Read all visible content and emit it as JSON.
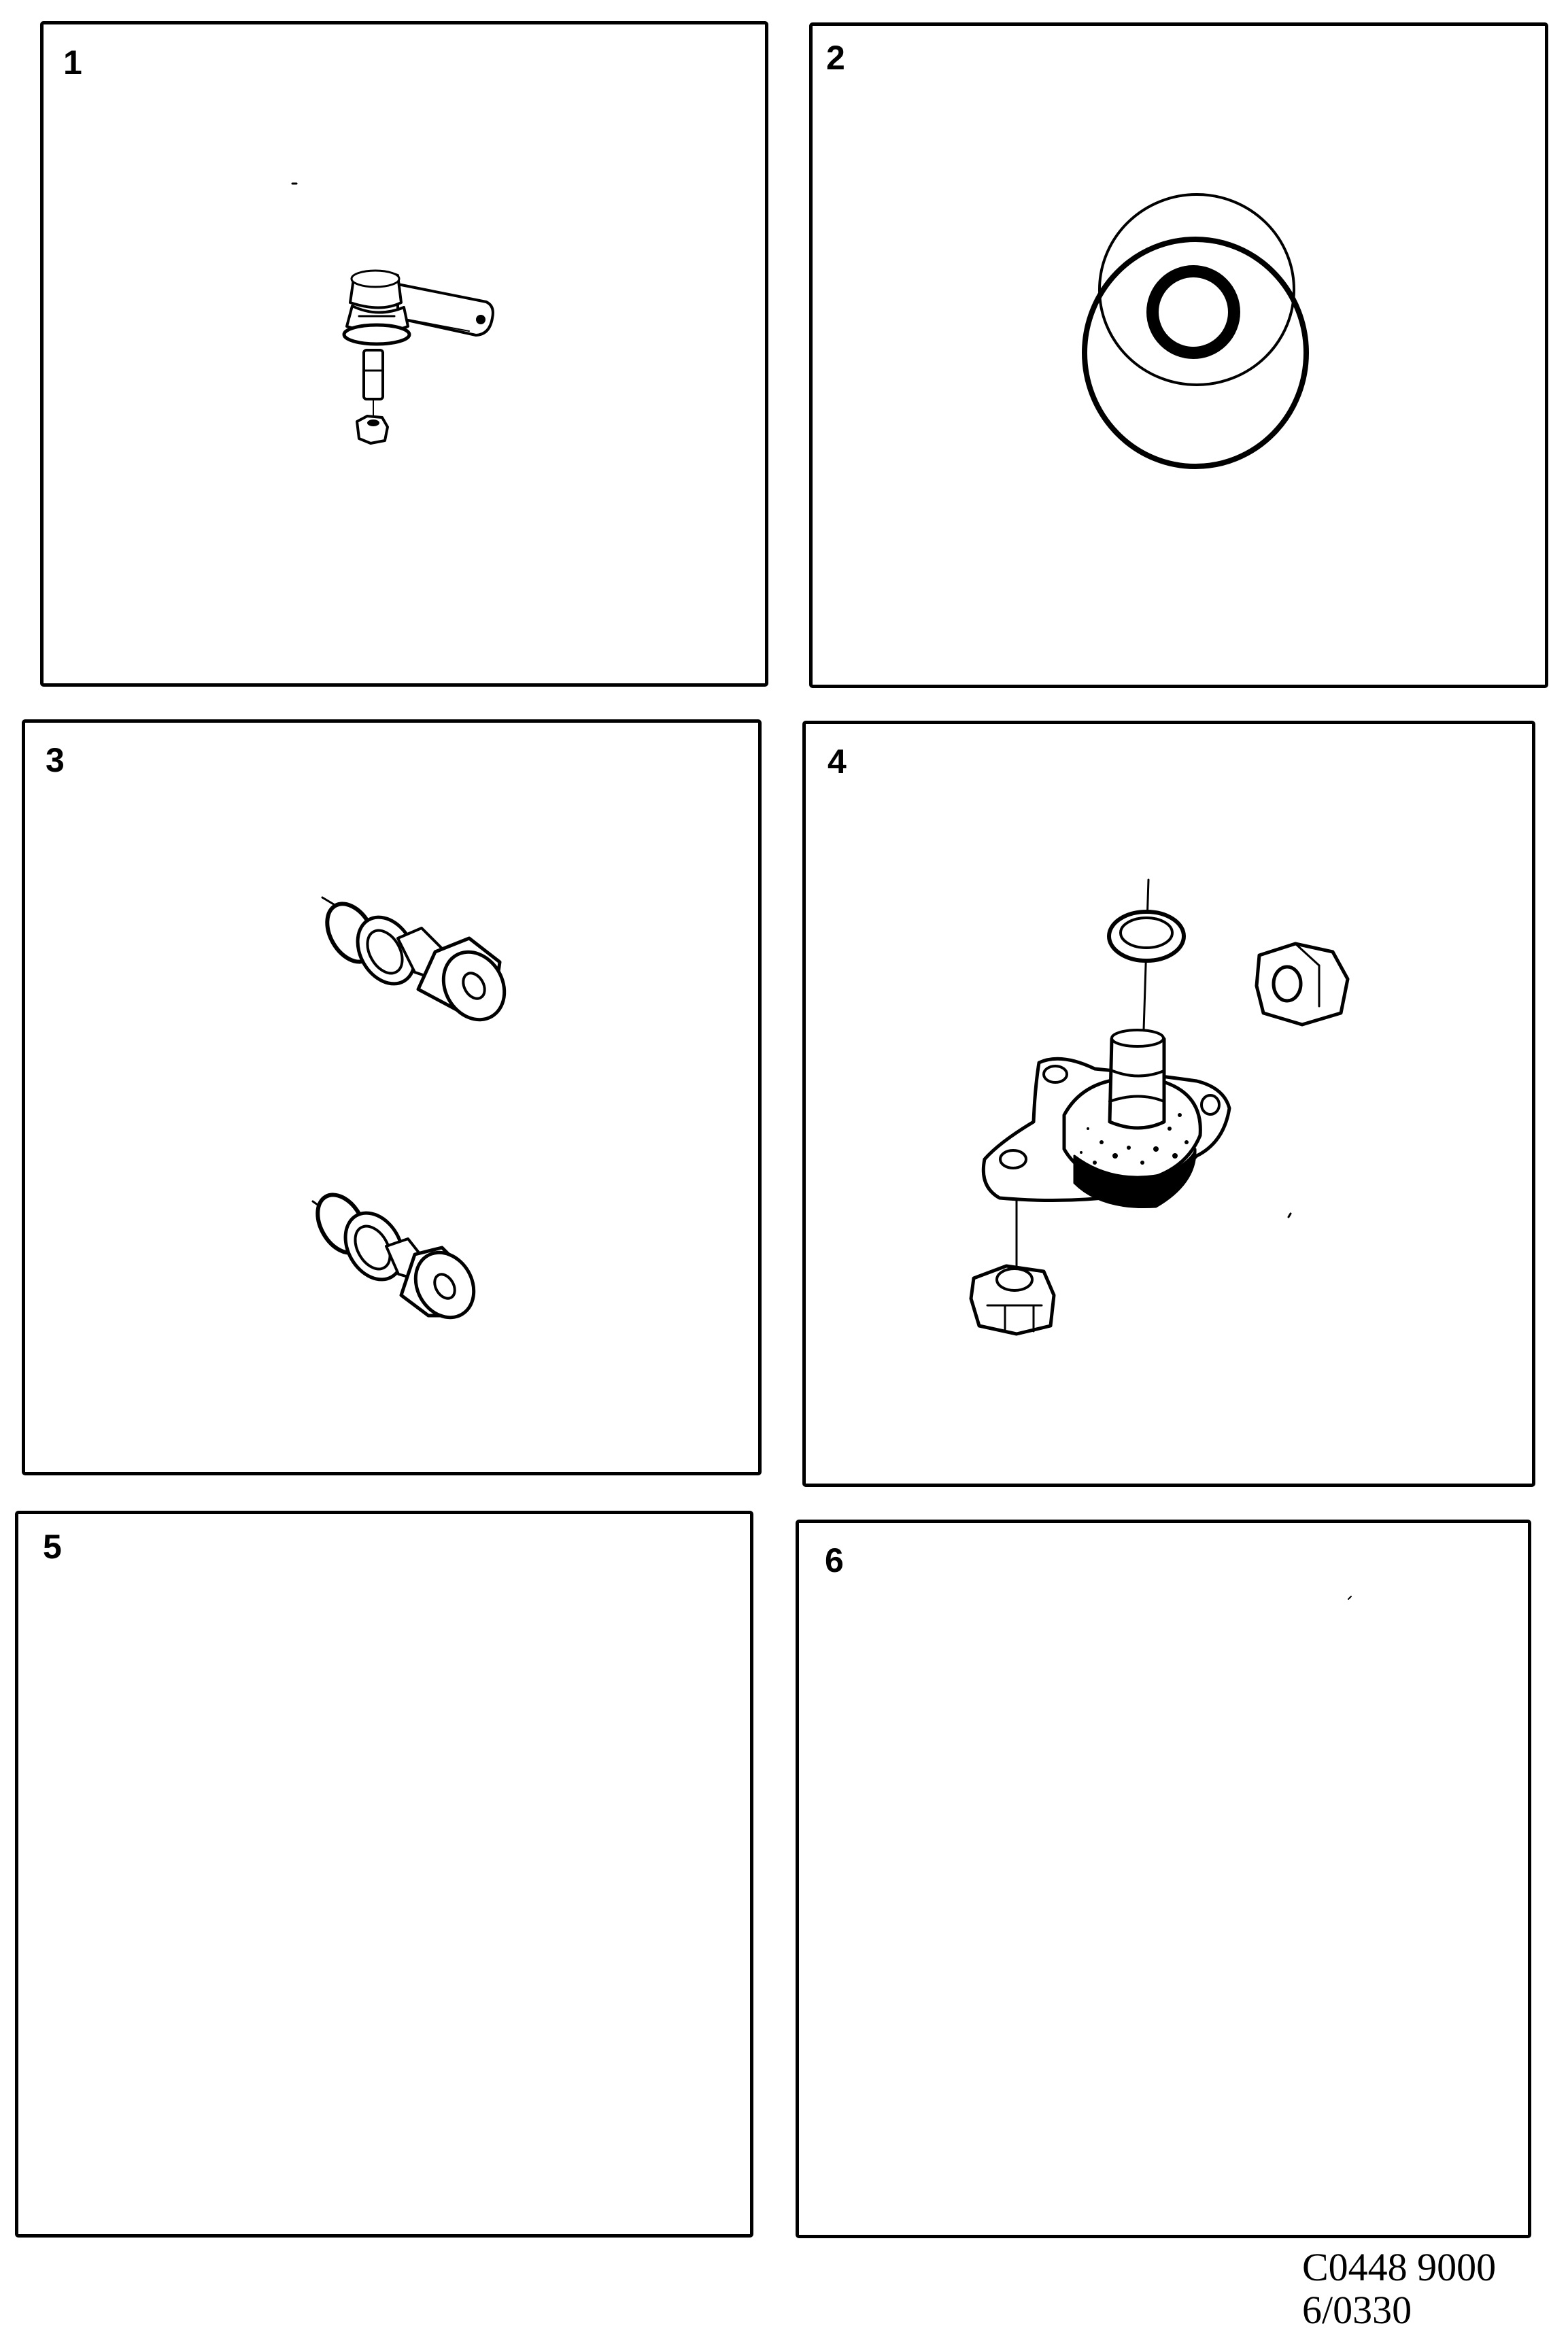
{
  "sheet": {
    "type": "parts-catalog-illustration",
    "background": "#ffffff",
    "ink": "#000000"
  },
  "panels": [
    {
      "number": "1",
      "illustration": "tie-rod-end with stud and nut"
    },
    {
      "number": "2",
      "illustration": "sealing rings / O-rings"
    },
    {
      "number": "3",
      "illustration": "two bushing assemblies with washers"
    },
    {
      "number": "4",
      "illustration": "ball joint with flange, spring washer and two nuts"
    },
    {
      "number": "5",
      "illustration": ""
    },
    {
      "number": "6",
      "illustration": ""
    }
  ],
  "footer": {
    "code_line_1": "C0448 9000",
    "code_line_2": "6/0330"
  }
}
